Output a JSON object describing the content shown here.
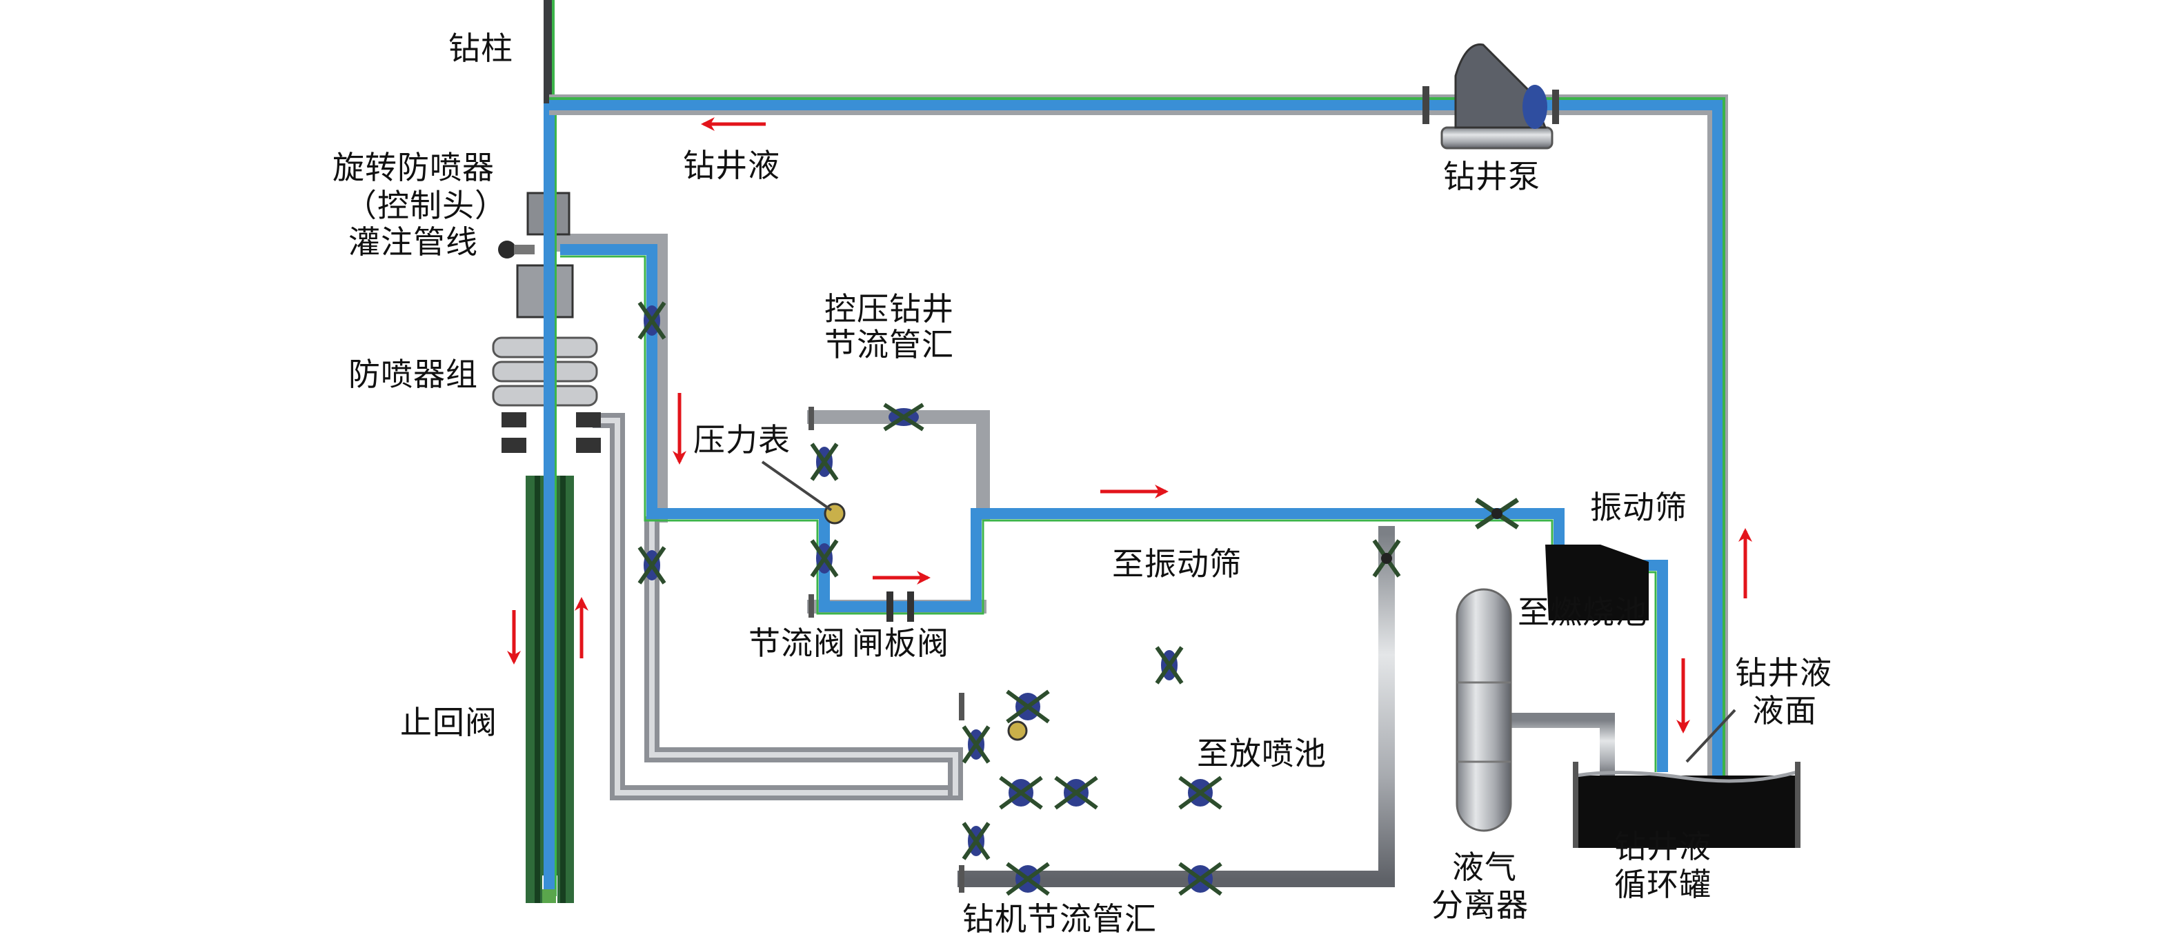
{
  "title": "控压钻井系统流程示意图",
  "labels": {
    "drill_string": "钻柱",
    "drilling_fluid_top": "钻井液",
    "mud_pump": "钻井泵",
    "rcd_line1": "旋转防喷器",
    "rcd_line2": "（控制头）",
    "fill_line": "灌注管线",
    "bop_stack": "防喷器组",
    "mpd_manifold_line1": "控压钻井",
    "mpd_manifold_line2": "节流管汇",
    "pressure_gauge": "压力表",
    "choke_valve": "节流阀",
    "gate_valve": "闸板阀",
    "to_shaker": "至振动筛",
    "shaker": "振动筛",
    "to_flare_pit": "至燃烧池",
    "to_blowdown_pit": "至放喷池",
    "check_valve": "止回阀",
    "rig_choke_manifold": "钻机节流管汇",
    "separator_line1": "液气",
    "separator_line2": "分离器",
    "mud_level_line1": "钻井液",
    "mud_level_line2": "液面",
    "tank_line1": "钻井液",
    "tank_line2": "循环罐"
  },
  "flow_arrows": [
    {
      "id": "top-return",
      "direction": "left"
    },
    {
      "id": "annulus-down-line",
      "direction": "down"
    },
    {
      "id": "to-shaker",
      "direction": "right"
    },
    {
      "id": "mpd-bottom",
      "direction": "right"
    },
    {
      "id": "well-down",
      "direction": "down"
    },
    {
      "id": "well-up",
      "direction": "up"
    },
    {
      "id": "tank-in",
      "direction": "down"
    },
    {
      "id": "tank-out",
      "direction": "up"
    }
  ],
  "colors": {
    "fluid_pipe": "#3a8fd6",
    "fluid_edge": "#3cb44a",
    "steel_pipe": "#b9bcc0",
    "steel_dark": "#6d7076",
    "valve_body": "#2f3f8f",
    "arrow": "#e3141b",
    "tank": "#0d0d0d",
    "casing": "#2f6b3a"
  }
}
